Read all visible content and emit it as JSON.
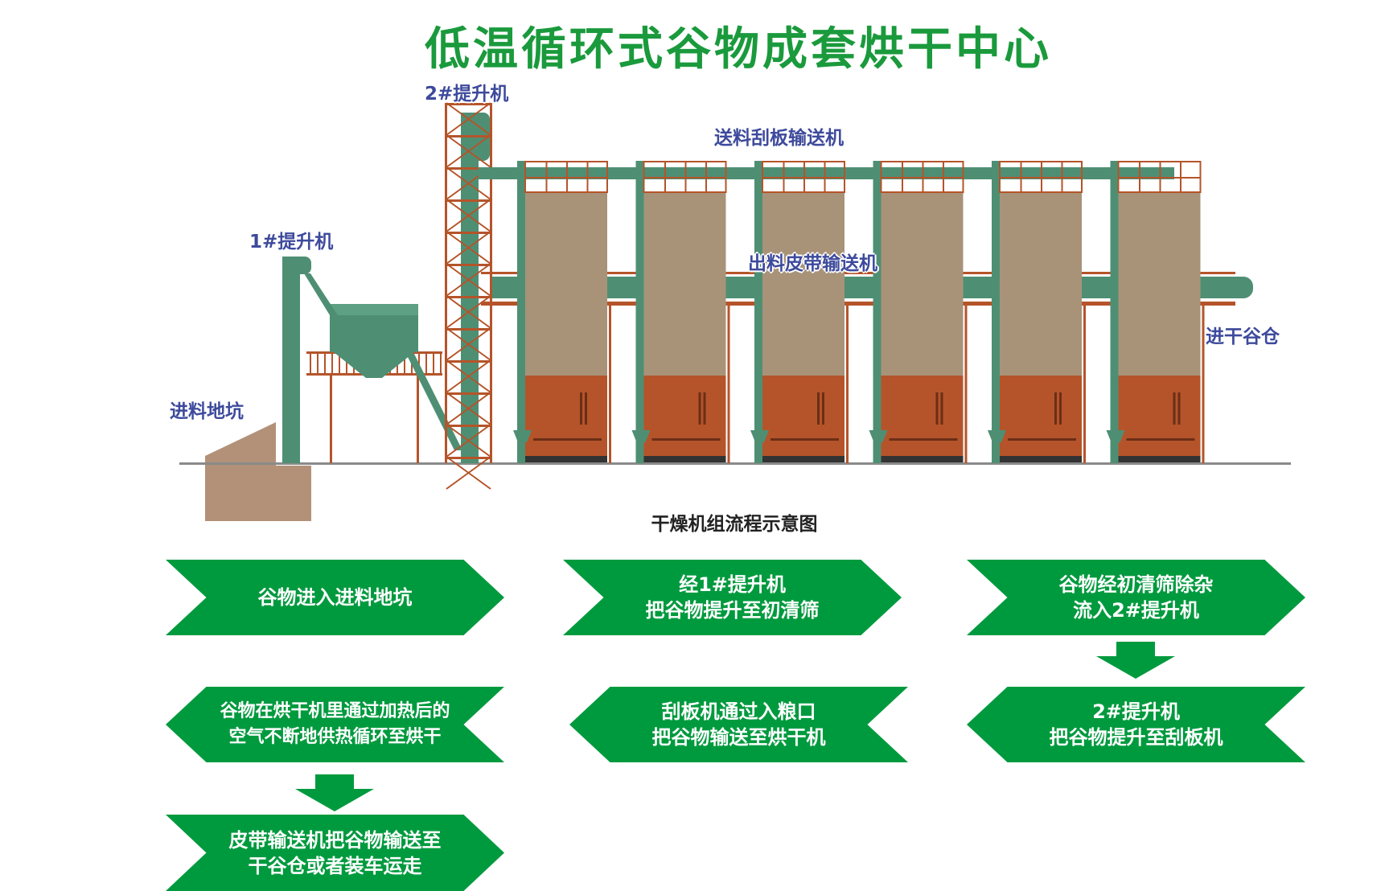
{
  "title": "低温循环式谷物成套烘干中心",
  "labels": {
    "elevator2": "2#提升机",
    "feed_scraper": "送料刮板输送机",
    "elevator1": "1#提升机",
    "discharge_belt": "出料皮带输送机",
    "feed_pit": "进料地坑",
    "dry_silo": "进干谷仓"
  },
  "subtitle": "干燥机组流程示意图",
  "steps": [
    {
      "lines": [
        "谷物进入进料地坑"
      ]
    },
    {
      "lines": [
        "经1#提升机",
        "把谷物提升至初清筛"
      ]
    },
    {
      "lines": [
        "谷物经初清筛除杂",
        "流入2#提升机"
      ]
    },
    {
      "lines": [
        "2#提升机",
        "把谷物提升至刮板机"
      ]
    },
    {
      "lines": [
        "刮板机通过入粮口",
        "把谷物输送至烘干机"
      ]
    },
    {
      "lines": [
        "谷物在烘干机里通过加热后的",
        "空气不断地供热循环至烘干"
      ]
    },
    {
      "lines": [
        "皮带输送机把谷物输送至",
        "干谷仓或者装车运走"
      ]
    }
  ],
  "colors": {
    "green": "#009a3e",
    "title_green": "#1a9a3c",
    "label_blue": "#3d4a9c",
    "machine_green": "#4e8f74",
    "rust": "#b5542a",
    "tan": "#a89379"
  }
}
